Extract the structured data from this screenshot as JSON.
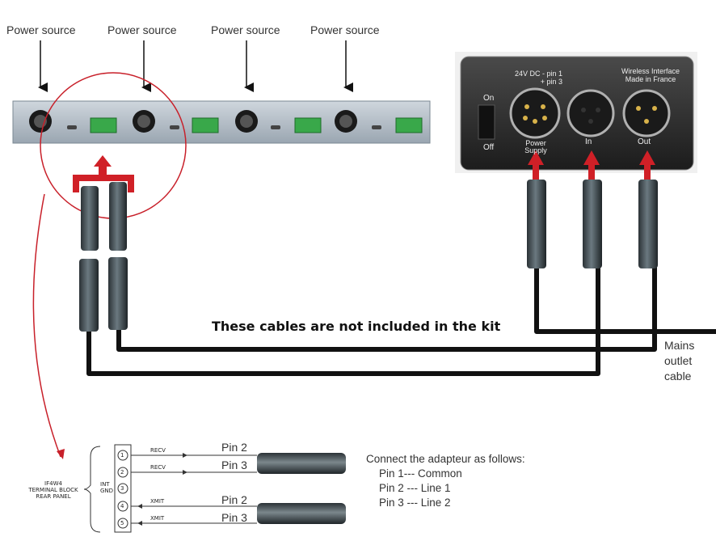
{
  "power_labels": [
    "Power source",
    "Power source",
    "Power source",
    "Power source"
  ],
  "note": "These cables are not included in the kit",
  "mains": {
    "line1": "Mains",
    "line2": "outlet",
    "line3": "cable"
  },
  "device_photo": {
    "dc_label_1": "24V DC - pin 1",
    "dc_label_2": "+ pin 3",
    "wireless_1": "Wireless Interface",
    "wireless_2": "Made in France",
    "on": "On",
    "off": "Off",
    "power_supply": "Power Supply",
    "in": "In",
    "out": "Out"
  },
  "terminal": {
    "title_1": "IF4W4",
    "title_2": "TERMINAL BLOCK",
    "title_3": "REAR PANEL",
    "int": "INT",
    "gnd": "GND",
    "pins": [
      "1",
      "2",
      "3",
      "4",
      "5"
    ],
    "signals": [
      "RECV",
      "RECV",
      "XMIT",
      "XMIT"
    ],
    "pin_labels": [
      "Pin 2",
      "Pin 3",
      "Pin 2",
      "Pin 3"
    ]
  },
  "instructions": {
    "heading": "Connect the adapteur as follows:",
    "lines": [
      "Pin 1--- Common",
      "Pin 2 --- Line 1",
      "Pin 3 --- Line 2"
    ]
  }
}
